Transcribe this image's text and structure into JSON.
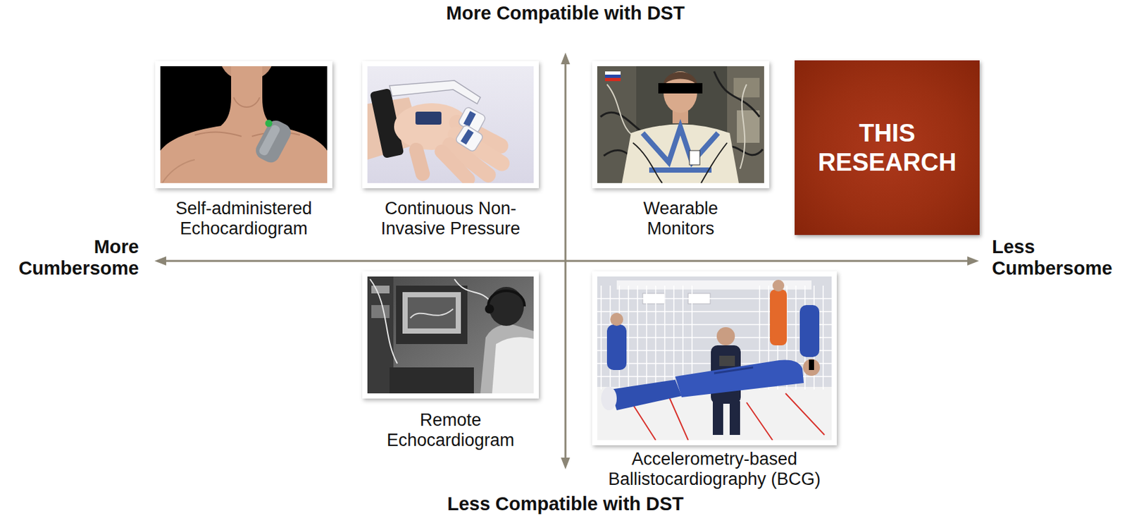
{
  "diagram": {
    "nodes": [
      {
        "text": [
          "Self-administered Echocardiogram"
        ]
      },
      {
        "text": [
          "Continuous Non- Invasive Pressure"
        ]
      },
      {
        "text": [
          "Wearable Monitors"
        ]
      },
      {
        "text": [
          "THIS RESEARCH"
        ]
      },
      {
        "text": [
          "Remote Echocardiogram"
        ]
      },
      {
        "text": [
          "Accelerometry-based Ballistocardiography (BCG)"
        ]
      }
    ],
    "labels": [
      "More Compatible with DST",
      "More Cumbersome",
      "Less Cumbersome",
      "Less Compatible with DST"
    ]
  }
}
